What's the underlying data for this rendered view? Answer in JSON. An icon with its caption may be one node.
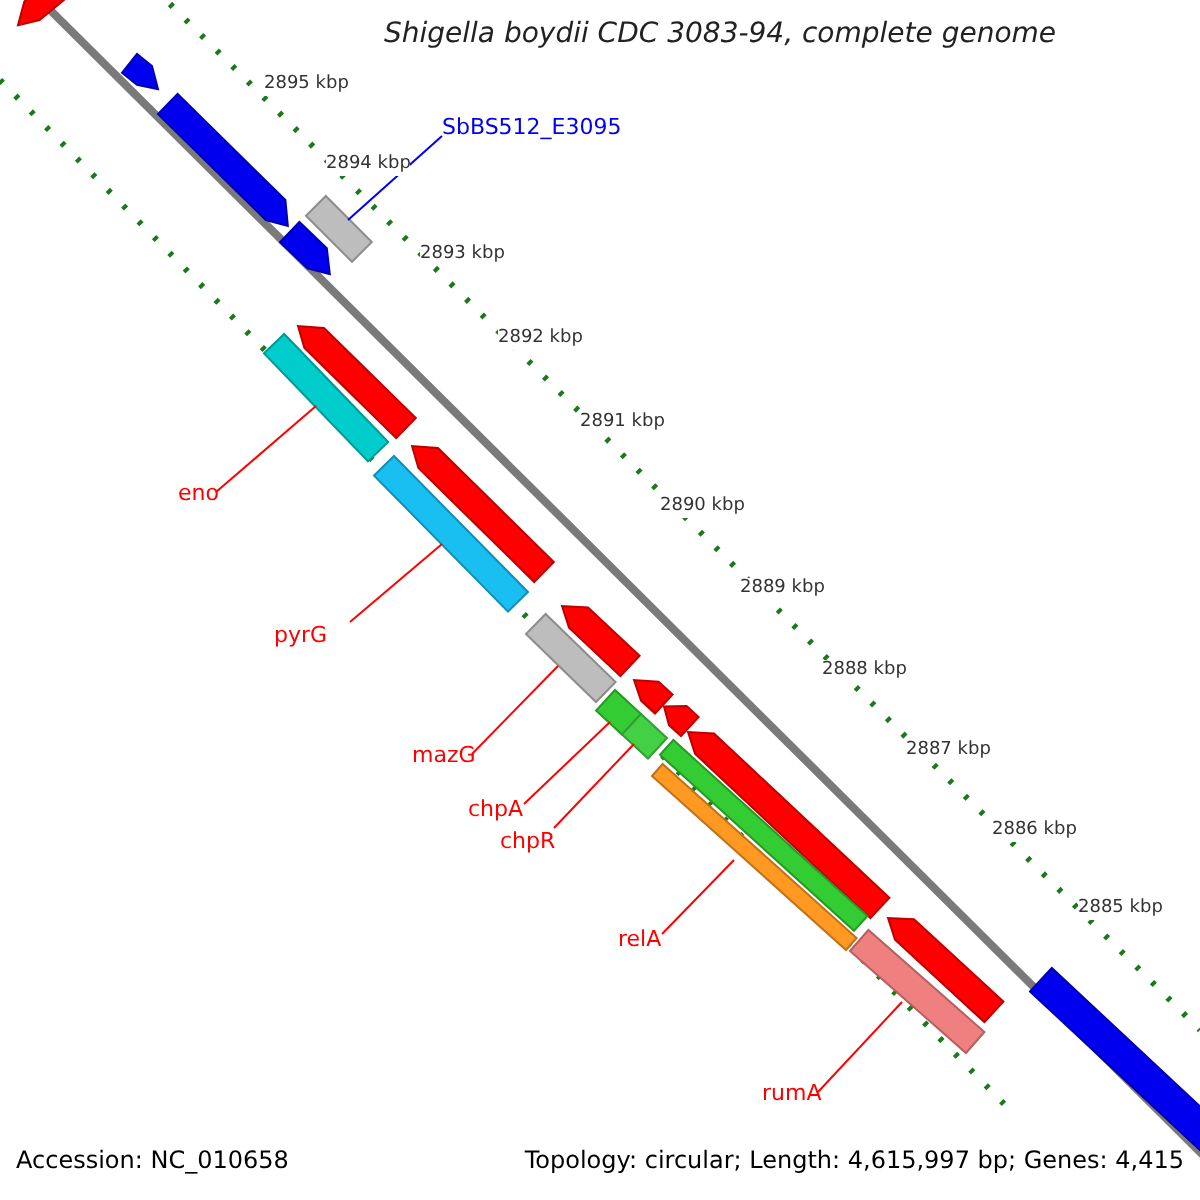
{
  "diagram": {
    "title": "Shigella boydii CDC 3083-94, complete genome",
    "nodes": [
      {
        "text": [
          "SbBS512_E3095"
        ]
      },
      {
        "text": [],
        "shape": "bar"
      },
      {
        "text": [
          "eno"
        ]
      },
      {
        "text": [],
        "shape": "bar"
      },
      {
        "text": [
          "pyrG"
        ]
      },
      {
        "text": [],
        "shape": "bar"
      },
      {
        "text": [
          "mazG"
        ]
      },
      {
        "text": [],
        "shape": "bar"
      },
      {
        "text": [
          "chpA"
        ]
      },
      {
        "text": [],
        "shape": "bar"
      },
      {
        "text": [
          "chpR"
        ]
      },
      {
        "text": [],
        "shape": "bar"
      },
      {
        "text": [
          "relA"
        ]
      },
      {
        "text": [],
        "shape": "bar"
      },
      {
        "text": [
          "rumA"
        ]
      },
      {
        "text": [],
        "shape": "bar"
      },
      {
        "text": [],
        "shape": "arrow"
      },
      {
        "text": [],
        "shape": "arrow"
      },
      {
        "text": [],
        "shape": "arrow"
      },
      {
        "text": [],
        "shape": "arrow"
      },
      {
        "text": [],
        "shape": "arrow"
      },
      {
        "text": [],
        "shape": "arrow"
      },
      {
        "text": [],
        "shape": "arrow"
      },
      {
        "text": [],
        "shape": "arrow"
      },
      {
        "text": [],
        "shape": "arrow"
      },
      {
        "text": [],
        "shape": "arrow"
      },
      {
        "text": [],
        "shape": "bar"
      },
      {
        "text": [],
        "shape": "arrow"
      },
      {
        "text": [],
        "shape": "bar"
      }
    ],
    "edges": [
      {
        "from": 0,
        "to": 1,
        "arrow": "none",
        "color": "#0000ff"
      },
      {
        "from": 2,
        "to": 3,
        "arrow": "none"
      },
      {
        "from": 4,
        "to": 5,
        "arrow": "none"
      },
      {
        "from": 6,
        "to": 7,
        "arrow": "none"
      },
      {
        "from": 8,
        "to": 9,
        "arrow": "none"
      },
      {
        "from": 10,
        "to": 11,
        "arrow": "none"
      },
      {
        "from": 12,
        "to": 13,
        "arrow": "none"
      },
      {
        "from": 14,
        "to": 15,
        "arrow": "none"
      }
    ],
    "labels": [
      "2895 kbp",
      "2894 kbp",
      "2893 kbp",
      "2892 kbp",
      "2891 kbp",
      "2890 kbp",
      "2889 kbp",
      "2888 kbp",
      "2887 kbp",
      "2886 kbp",
      "2885 kbp",
      "Accession: NC_010658",
      "Topology: circular; Length: 4,615,997 bp; Genes: 4,415"
    ]
  }
}
